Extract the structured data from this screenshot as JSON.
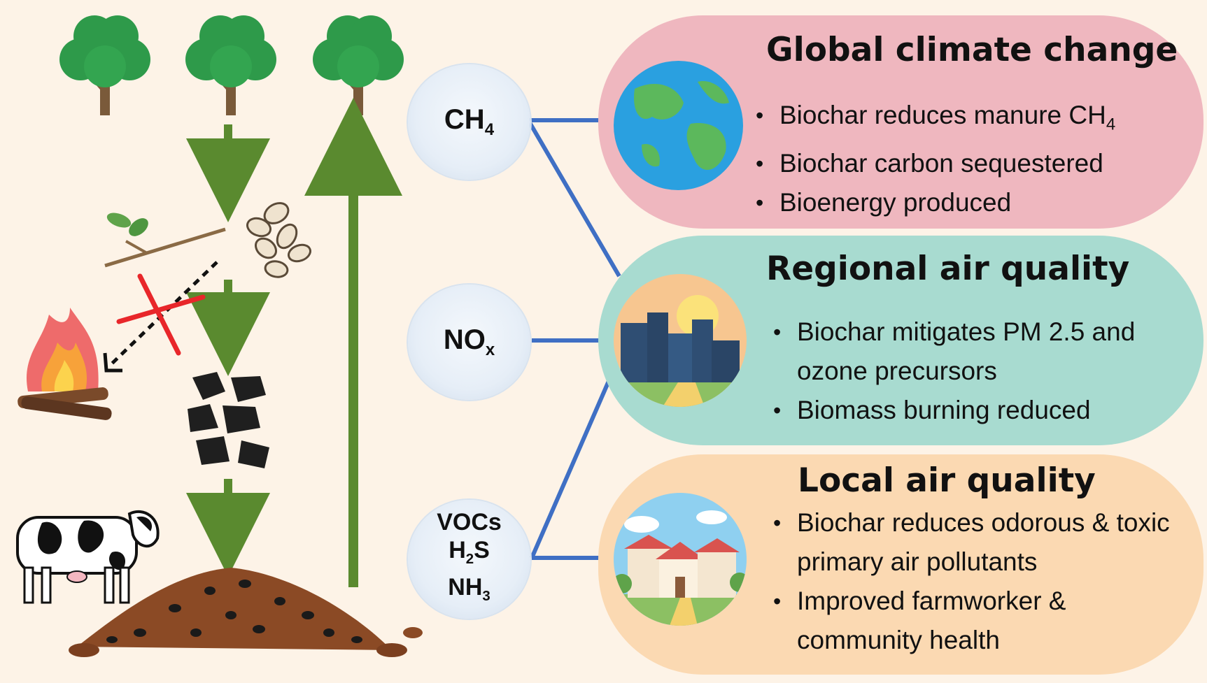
{
  "gases": {
    "ch4": {
      "main": "CH",
      "sub": "4"
    },
    "nox": {
      "main": "NO",
      "sub": "x"
    },
    "vocs": {
      "line1": "VOCs",
      "line2_main": "H",
      "line2_sub": "2",
      "line2_tail": "S",
      "line3_main": "NH",
      "line3_sub": "3"
    }
  },
  "panels": [
    {
      "title": "Global climate change",
      "color": "#efb7bf",
      "bullets": [
        "Biochar reduces manure CH",
        "Biochar carbon sequestered",
        "Bioenergy produced"
      ],
      "bullet1_sub": "4"
    },
    {
      "title": "Regional air quality",
      "color": "#a8dbd0",
      "bullets": [
        "Biochar mitigates PM 2.5 and ozone precursors",
        "Biomass burning reduced"
      ]
    },
    {
      "title": "Local air quality",
      "color": "#fbd9b2",
      "bullets": [
        "Biochar reduces odorous & toxic primary air pollutants",
        "Improved farmworker & community health"
      ]
    }
  ],
  "colors": {
    "background": "#fdf3e7",
    "arrow": "#5a8a2f",
    "connector": "#3f6fc4",
    "cross": "#e8262a",
    "tree_canopy": "#2e9a4a",
    "trunk": "#7a5a3a"
  },
  "icons": [
    "tree-icon",
    "branch-icon",
    "seeds-icon",
    "fire-icon",
    "charcoal-icon",
    "cow-icon",
    "manure-pile-icon",
    "globe-icon",
    "city-icon",
    "houses-icon"
  ]
}
